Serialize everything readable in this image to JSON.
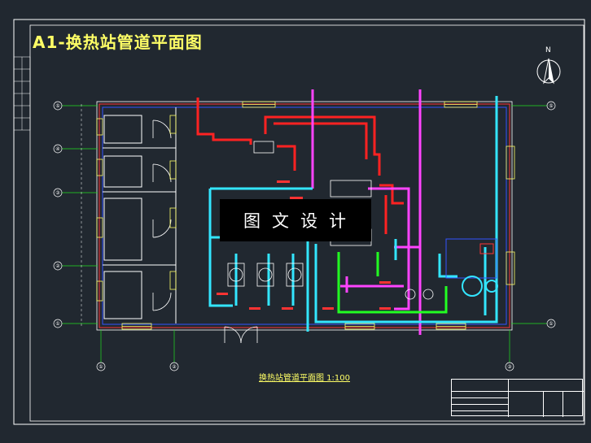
{
  "header": {
    "title": "A1-换热站管道平面图"
  },
  "plan": {
    "title": "换热站管道平面图 1:100"
  },
  "watermark": {
    "text": "图文设计"
  },
  "compass": {
    "label": "N"
  },
  "grid_axes": {
    "rows": [
      "⑤",
      "④",
      "③",
      "②",
      "①"
    ],
    "columns": [
      "①",
      "②",
      "③"
    ],
    "right_rows": [
      "⑤",
      "①"
    ]
  },
  "colors": {
    "background": "#212830",
    "wall": "#ffffff",
    "outline": "#ff3333",
    "supply_pipe": "#ff2222",
    "return_pipe": "#33e6ff",
    "magenta_pipe": "#ff44ff",
    "green_pipe": "#22ff22",
    "axis_line": "#22dd22",
    "window": "#ffff66",
    "title": "#ffff66"
  }
}
